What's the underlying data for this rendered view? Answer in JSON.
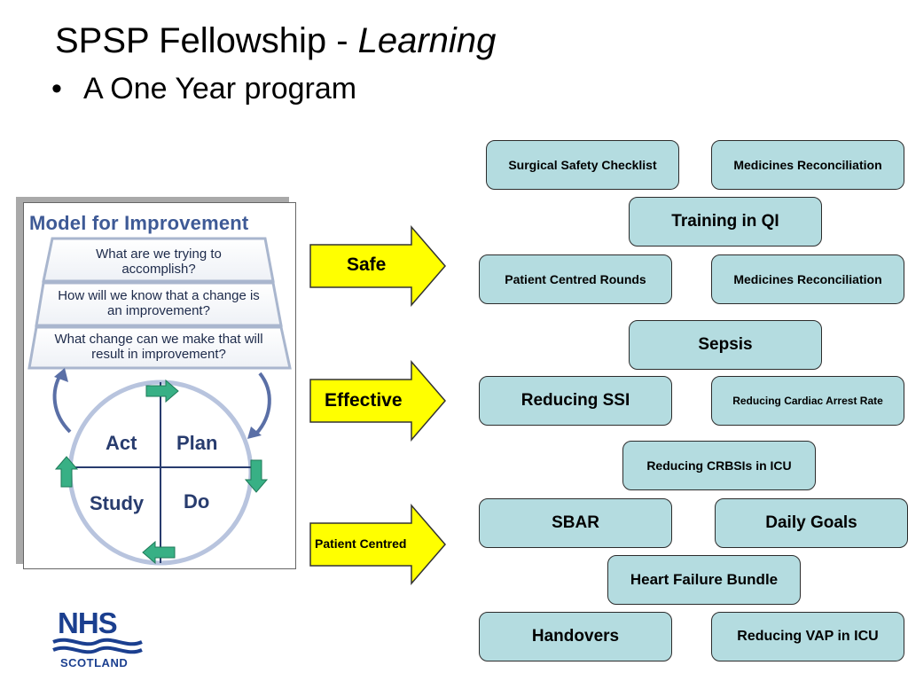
{
  "slide": {
    "title_main": "SPSP Fellowship - ",
    "title_emphasis": "Learning",
    "bullet": "A One Year program"
  },
  "model": {
    "title": "Model for Improvement",
    "questions": [
      "What are we trying to accomplish?",
      "How will we know that a change is an improvement?",
      "What change can we make that will result in improvement?"
    ],
    "cycle": [
      "Act",
      "Plan",
      "Study",
      "Do"
    ]
  },
  "arrows": [
    {
      "label": "Safe",
      "fill": "#ffff00"
    },
    {
      "label": "Effective",
      "fill": "#ffff00"
    },
    {
      "label": "Patient Centred",
      "fill": "#ffff00"
    }
  ],
  "boxes": [
    "Surgical Safety Checklist",
    "Medicines Reconciliation",
    "Training in QI",
    "Patient Centred Rounds",
    "Medicines Reconciliation",
    "Sepsis",
    "Reducing SSI",
    "Reducing Cardiac Arrest  Rate",
    "Reducing CRBSIs in ICU",
    "SBAR",
    "Daily Goals",
    "Heart Failure Bundle",
    "Handovers",
    "Reducing VAP in ICU"
  ],
  "logo": {
    "top": "NHS",
    "bottom": "SCOTLAND"
  },
  "colors": {
    "box_fill": "#b4dce0",
    "arrow_fill": "#ffff00",
    "model_blue": "#3e5a96",
    "nhs_blue": "#1b3f8f"
  }
}
